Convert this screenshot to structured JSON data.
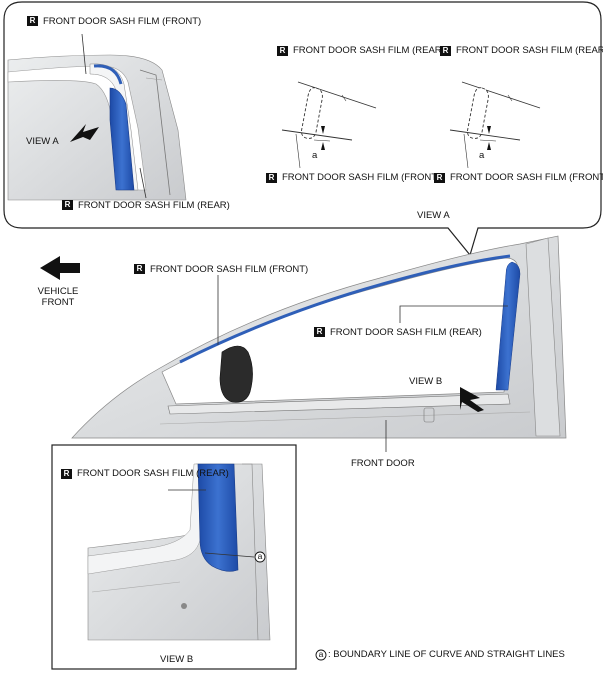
{
  "badge": "R",
  "view_a": {
    "label_sash_front": "FRONT DOOR SASH FILM (FRONT)",
    "label_view_a_arrow": "VIEW A",
    "label_sash_rear": "FRONT DOOR SASH FILM (REAR)",
    "detail1_top": "FRONT DOOR\nSASH FILM (REAR)",
    "detail1_bottom": "FRONT DOOR SASH\nFILM (FRONT)",
    "detail2_top": "FRONT DOOR\nSASH FILM (REAR)",
    "detail2_bottom": "FRONT DOOR SASH\nFILM (FRONT)",
    "gap_mark": "a",
    "caption": "VIEW A"
  },
  "main": {
    "vehicle_front": "VEHICLE\nFRONT",
    "label_sash_front": "FRONT DOOR SASH FILM (FRONT)",
    "label_sash_rear": "FRONT DOOR SASH FILM (REAR)",
    "label_view_b": "VIEW B",
    "label_front_door": "FRONT DOOR"
  },
  "view_b": {
    "label_sash_rear": "FRONT DOOR\nSASH FILM (REAR)",
    "callout_mark": "a",
    "caption": "VIEW B"
  },
  "legend": {
    "mark": "a",
    "text": ": BOUNDARY LINE OF CURVE AND STRAIGHT LINES"
  },
  "colors": {
    "film_blue": "#2f5fb8",
    "body_gray": "#d4d6d8",
    "line": "#333333"
  }
}
